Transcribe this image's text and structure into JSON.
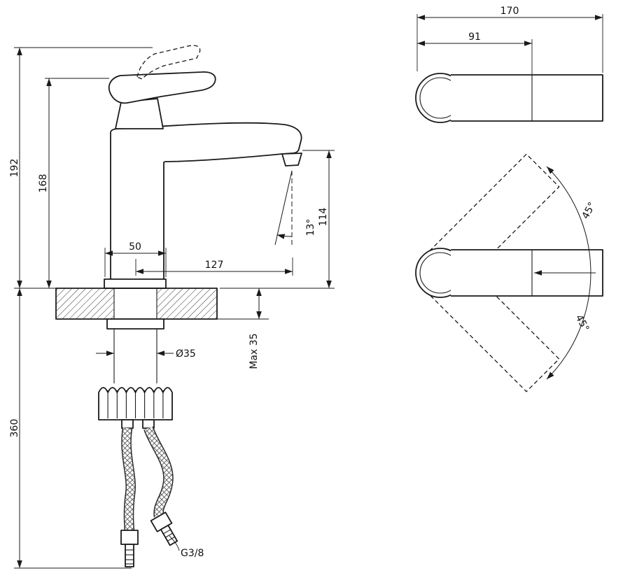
{
  "drawing": {
    "front_view": {
      "overall_height": "192",
      "body_height": "168",
      "under_counter_depth": "360",
      "base_width": "50",
      "spout_reach": "127",
      "spout_height": "114",
      "stream_angle": "13°",
      "shank_diameter": "Ø35",
      "max_deck_thickness": "Max 35",
      "hose_thread": "G3/8"
    },
    "top_view": {
      "total_length": "170",
      "spout_length": "91",
      "handle_swing_upper": "45°",
      "handle_swing_lower": "45°"
    }
  }
}
